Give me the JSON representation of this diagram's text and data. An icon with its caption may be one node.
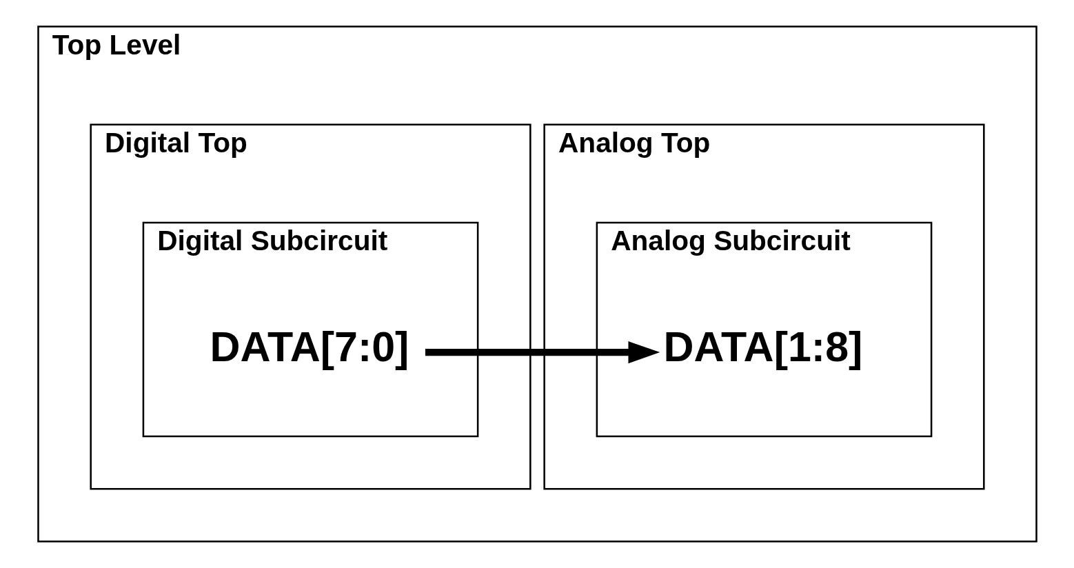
{
  "diagram": {
    "nodes": [
      {
        "text": [
          "Top Level"
        ]
      },
      {
        "text": [
          "Digital Top"
        ],
        "in": 0
      },
      {
        "text": [
          "Digital Subcircuit"
        ],
        "in": 1
      },
      {
        "text": [
          "DATA[7:0]"
        ],
        "in": 2
      },
      {
        "text": [
          "Analog Top"
        ],
        "in": 0
      },
      {
        "text": [
          "Analog Subcircuit"
        ],
        "in": 4
      },
      {
        "text": [
          "DATA[1:8]"
        ],
        "in": 5
      }
    ],
    "edges": [
      {
        "from": 3,
        "to": 6,
        "arrow": "to"
      }
    ]
  }
}
